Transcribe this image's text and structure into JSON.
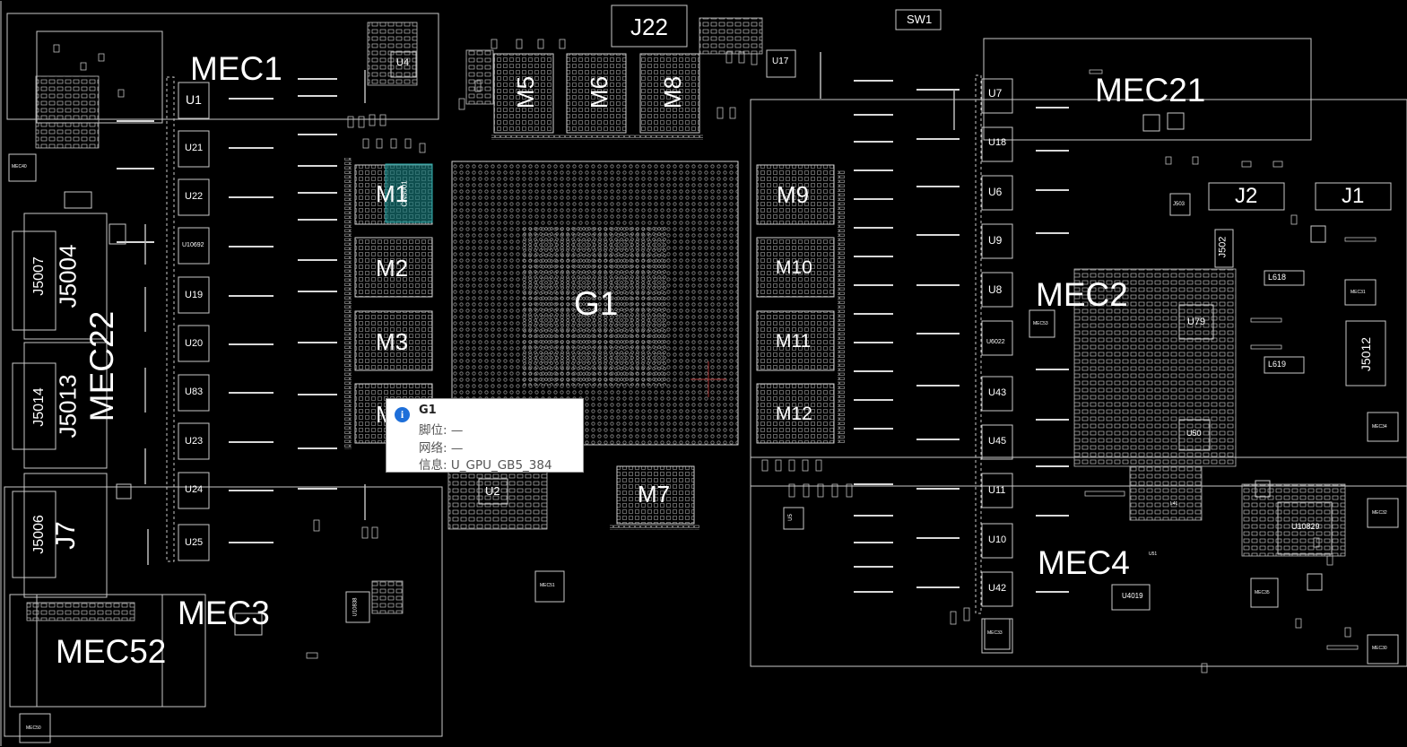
{
  "board": {
    "components": {
      "mec1": "MEC1",
      "mec21": "MEC21",
      "mec2": "MEC2",
      "mec22": "MEC22",
      "mec3": "MEC3",
      "mec4": "MEC4",
      "mec52": "MEC52",
      "j22": "J22",
      "sw1": "SW1",
      "j2": "J2",
      "j1": "J1",
      "j7": "J7",
      "j5007": "J5007",
      "j5004": "J5004",
      "j5014": "J5014",
      "j5013": "J5013",
      "j5006": "J5006",
      "j5012": "J5012",
      "j502": "J502",
      "m1": "M1",
      "m2": "M2",
      "m3": "M3",
      "m4": "M",
      "m5": "M5",
      "m6": "M6",
      "m7": "M7",
      "m8": "M8",
      "m9": "M9",
      "m10": "M10",
      "m11": "M11",
      "m12": "M12",
      "g1": "G1",
      "u1": "U1",
      "u21": "U21",
      "u22": "U22",
      "u19": "U19",
      "u20": "U20",
      "u83": "U83",
      "u23": "U23",
      "u24": "U24",
      "u25": "U25",
      "u4": "U4",
      "u2": "U2",
      "u17": "U17",
      "u7": "U7",
      "u18": "U18",
      "u6": "U6",
      "u9": "U9",
      "u8": "U8",
      "u43": "U43",
      "u45": "U45",
      "u11": "U11",
      "u10": "U10",
      "u42": "U42",
      "u79": "U79",
      "u50": "U50",
      "u10829": "U10829",
      "u4019": "U4019",
      "l618": "L618",
      "l619": "L619",
      "mec40": "MEC40",
      "mec50": "MEC50",
      "mec51": "MEC51",
      "mec53": "MEC53",
      "mec31": "MEC31",
      "mec34": "MEC34",
      "mec33": "MEC33",
      "mec35": "MEC35",
      "mec32": "MEC32",
      "mec30": "MEC30",
      "cn5001": "CN5001",
      "u10692": "U10692",
      "u10838": "U10838",
      "u6022": "U6022",
      "j503": "J503",
      "u5": "U5",
      "l41": "L41",
      "u51": "U51"
    }
  },
  "tooltip": {
    "title": "G1",
    "pin_label": "脚位:",
    "pin_value": "—",
    "net_label": "网络:",
    "net_value": "—",
    "info_label": "信息:",
    "info_value": "U_GPU_GB5_384"
  },
  "colors": {
    "background": "#000000",
    "outline": "#c8c8c8",
    "pad": "#9a9a9a",
    "highlight": "#1a8a8a",
    "crosshair": "#b03030",
    "info_icon": "#1e6fd9"
  }
}
